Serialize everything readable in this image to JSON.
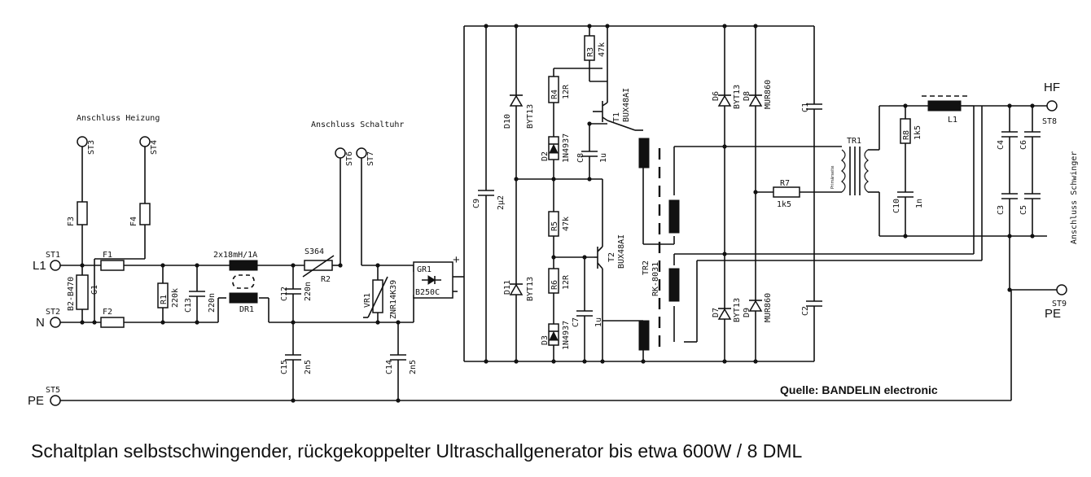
{
  "caption": "Schaltplan selbstschwingender, rückgekoppelter Ultraschallgenerator bis etwa 600W / 8 DML",
  "source": "Quelle: BANDELIN electronic",
  "headings": {
    "heizung": "Anschluss Heizung",
    "schaltuhr": "Anschluss Schaltuhr",
    "schwinger": "Anschluss Schwinger"
  },
  "terminals": {
    "st1": "ST1",
    "st2": "ST2",
    "st3": "ST3",
    "st4": "ST4",
    "st5": "ST5",
    "st6": "ST6",
    "st7": "ST7",
    "st8": "ST8",
    "st9": "ST9",
    "L1": "L1",
    "N": "N",
    "PE_left": "PE",
    "HF": "HF",
    "PE_right": "PE"
  },
  "parts": {
    "F1": "F1",
    "F2": "F2",
    "F3": "F3",
    "F4": "F4",
    "G1": "G1",
    "G1_type": "B2-B470",
    "R1": "R1",
    "R1_val": "220k",
    "C13": "C13",
    "C13_val": "220n",
    "DR1": "DR1",
    "DR1_val": "2x18mH/1A",
    "C12": "C12",
    "C12_val": "220n",
    "C15": "C15",
    "C15_val": "2n5",
    "R2": "R2",
    "R2_type": "S364",
    "VR1": "VR1",
    "VR1_type": "ZNR14K39",
    "C14": "C14",
    "C14_val": "2n5",
    "GR1": "GR1",
    "GR1_type": "B250C",
    "plus": "+",
    "C9": "C9",
    "C9_val": "2µ2",
    "D10": "D10",
    "D10_type": "BYT13",
    "D11": "D11",
    "D11_type": "BYT13",
    "R4": "R4",
    "R4_val": "12R",
    "D2": "D2",
    "D2_type": "1N4937",
    "C8": "C8",
    "C8_val": "1u",
    "R3": "R3",
    "R3_val": "47k",
    "T1": "T1",
    "T1_type": "BUX48AI",
    "R5": "R5",
    "R5_val": "47k",
    "R6": "R6",
    "R6_val": "12R",
    "D3": "D3",
    "D3_type": "1N4937",
    "C7": "C7",
    "C7_val": "1u",
    "T2": "T2",
    "T2_type": "BUX48AI",
    "TR2": "TR2",
    "TR2_type": "RK-8031",
    "D6": "D6",
    "D6_type": "BYT13",
    "D8": "D8",
    "D8_type": "MUR860",
    "D7": "D7",
    "D7_type": "BYT13",
    "D9": "D9",
    "D9_type": "MUR860",
    "C1": "C1",
    "C2": "C2",
    "R7": "R7",
    "R7_val": "1k5",
    "TR1": "TR1",
    "TR1_note": "Primärseite",
    "R8": "R8",
    "R8_val": "1k5",
    "C10": "C10",
    "C10_val": "1n",
    "L1": "L1",
    "C3": "C3",
    "C4": "C4",
    "C5": "C5",
    "C6": "C6"
  }
}
